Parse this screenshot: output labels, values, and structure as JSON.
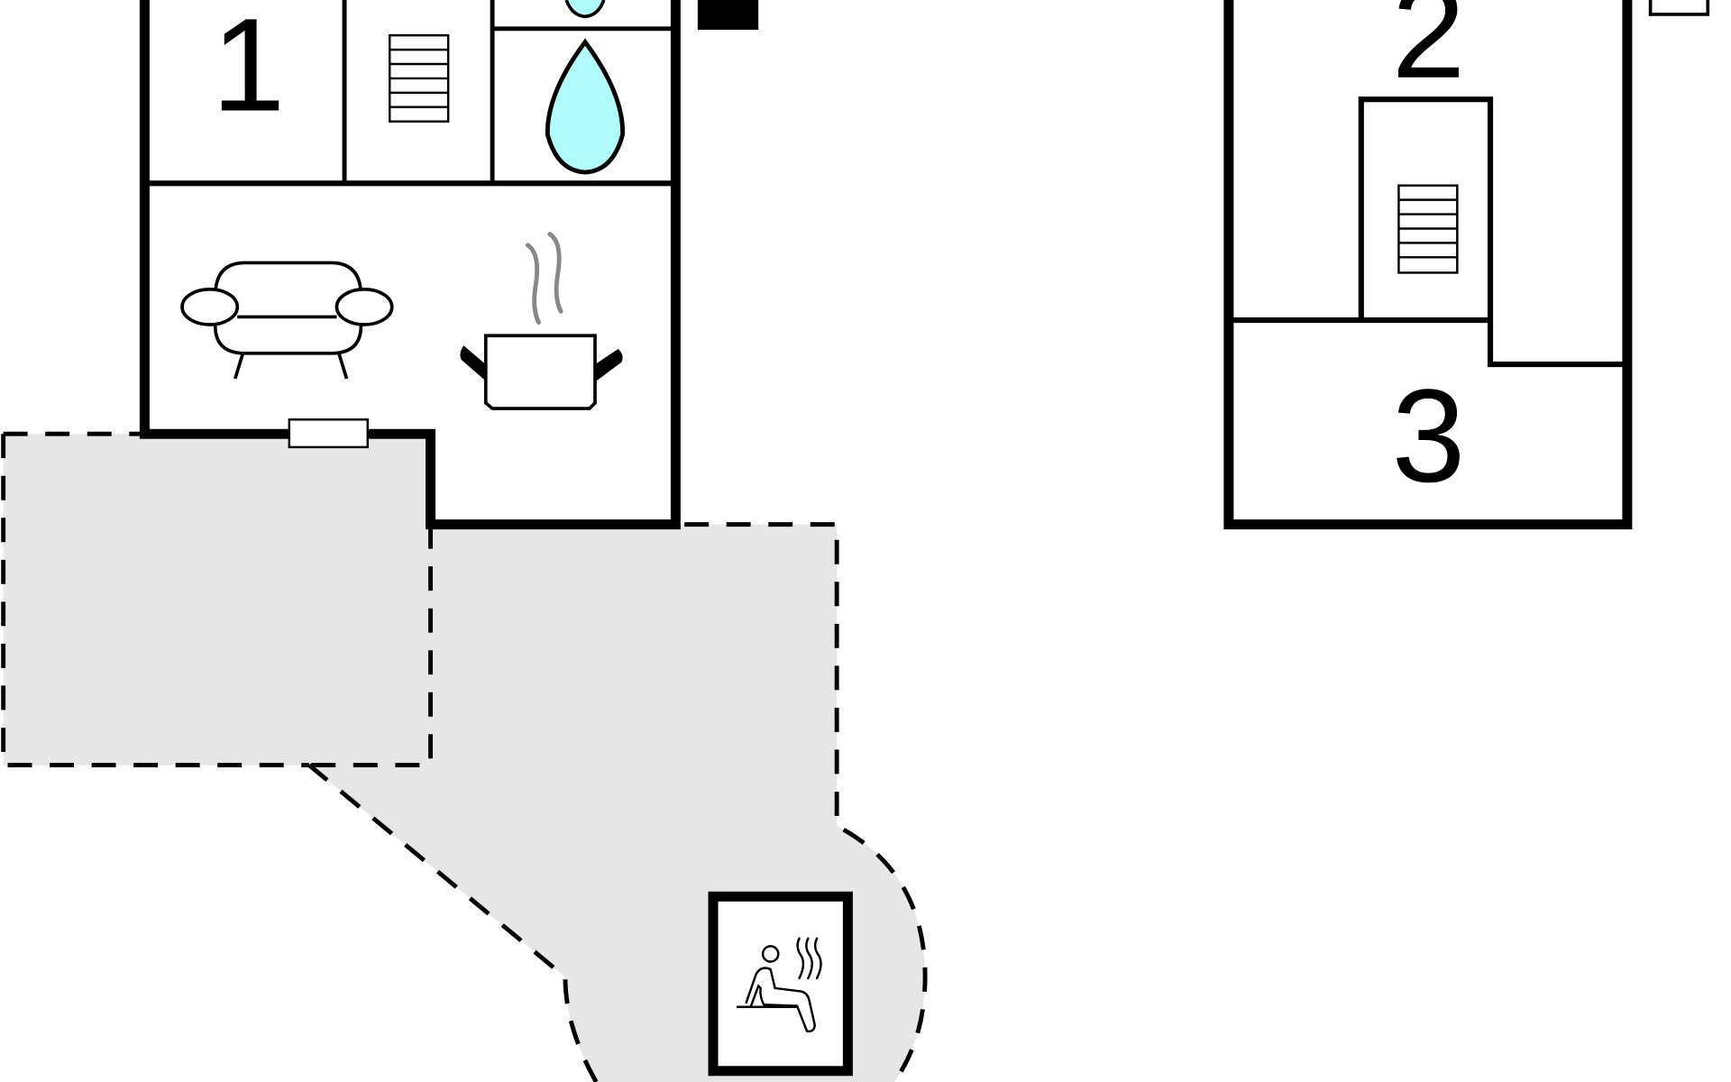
{
  "floorplan": {
    "room_labels": [
      "1",
      "2",
      "3"
    ]
  },
  "colors": {
    "terrace": "#e6e6e6",
    "water": "#b0fcfc",
    "steam": "#888888",
    "wall": "#000000"
  },
  "icons": [
    "sofa-icon",
    "cooking-pot-icon",
    "water-drop-icon",
    "radiator-icon",
    "sauna-icon",
    "window-icon"
  ]
}
